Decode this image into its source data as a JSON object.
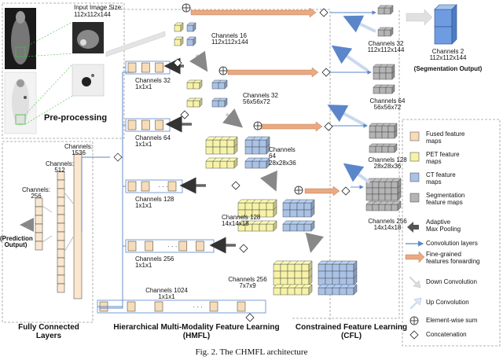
{
  "preprocessing": {
    "input_size_label": "Input Image Size:",
    "input_size_value": "112x112x144",
    "title": "Pre-processing"
  },
  "fcl": {
    "channels_1536": "Channels:\n1536",
    "channels_512": "Channels:\n512",
    "channels_256": "Channels:\n256",
    "prediction_output": "(Prediction\nOutput)",
    "section_label": "Fully Connected\nLayers"
  },
  "hmfl": {
    "pool_32": "Channels 32\n1x1x1",
    "pool_64": "Channels 64\n1x1x1",
    "pool_128": "Channels 128\n1x1x1",
    "pool_256": "Channels 256\n1x1x1",
    "pool_1024": "Channels 1024\n1x1x1",
    "enc_16": "Channels 16\n112x112x144",
    "enc_32": "Channels 32\n56x56x72",
    "enc_64": "Channels\n64\n28x28x36",
    "enc_128": "Channels 128\n14x14x18",
    "enc_256": "Channels 256\n7x7x9",
    "section_label": "Hierarchical Multi-Modality Feature Learning\n(HMFL)"
  },
  "cfl": {
    "dec_32": "Channels 32\n112x112x144",
    "dec_64": "Channels 64\n56x56x72",
    "dec_128": "Channels 128\n28x28x36",
    "dec_256": "Channels 256\n14x14x18",
    "output_channels": "Channels 2\n112x112x144",
    "output_label": "(Segmentation Output)",
    "section_label": "Constrained Feature Learning\n(CFL)"
  },
  "legend": {
    "fused": "Fused feature\nmaps",
    "pet": "PET feature\nmaps",
    "ct": "CT feature\nmaps",
    "seg": "Segmentation\nfeature maps",
    "pool": "Adaptive\nMax Pooling",
    "conv": "Convolution layers",
    "fine": "Fine-grained\nfeatures forwarding",
    "down": "Down Convolution",
    "up": "Up Convolution",
    "sum": "Element-wise sum",
    "concat": "Concatenation"
  },
  "caption": "Fig. 2.  The CHMFL architecture",
  "colors": {
    "fused": "#f7dcb8",
    "pet": "#f6f3a8",
    "ct": "#a9c2e6",
    "seg": "#b4b4b4",
    "output": "#6f9ce0",
    "fine_arrow": "#e9a982",
    "conv_line": "#5b86c9"
  }
}
